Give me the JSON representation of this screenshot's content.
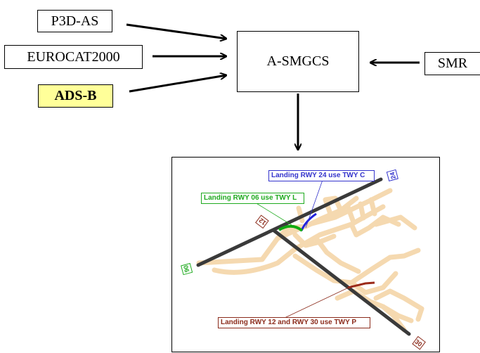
{
  "boxes": {
    "p3d": "P3D-AS",
    "eurocat": "EUROCAT2000",
    "adsb": "ADS-B",
    "asmgcs": "A-SMGCS",
    "smr": "SMR"
  },
  "map": {
    "callouts": {
      "rwy24": "Landing RWY 24 use TWY C",
      "rwy06": "Landing RWY 06 use TWY L",
      "rwy12_30": "Landing RWY 12 and RWY 30 use TWY P"
    },
    "runway_labels": {
      "r06": "06",
      "r24": "24",
      "r12": "12",
      "r30": "30"
    }
  },
  "colors": {
    "adsb_fill": "#ffff99",
    "taxiway_network": "#f5d9b0",
    "runway": "#3a3a3a",
    "twy_c": "#2222dd",
    "twy_l": "#11aa11",
    "twy_p": "#9b2a1a"
  }
}
